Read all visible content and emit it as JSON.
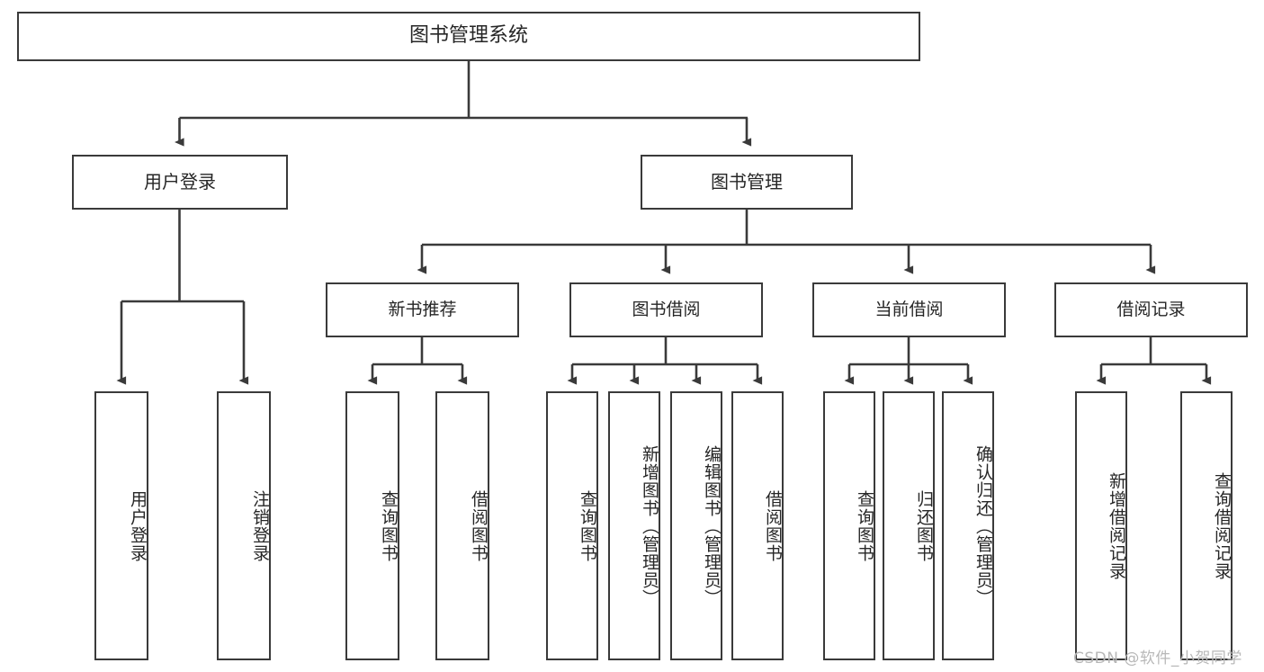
{
  "diagram": {
    "title": "图书管理系统",
    "watermark": "CSDN @软件_小贺同学",
    "line_color": "#3a3a3a",
    "text_color": "#262626",
    "background": "#ffffff",
    "watermark_color": "#b8b8b8"
  },
  "nodes": {
    "root": {
      "label": "图书管理系统"
    },
    "level2": [
      {
        "id": "user-login",
        "label": "用户登录"
      },
      {
        "id": "book-manage",
        "label": "图书管理"
      }
    ],
    "level3": [
      {
        "id": "new-book-recommend",
        "label": "新书推荐"
      },
      {
        "id": "book-borrow",
        "label": "图书借阅"
      },
      {
        "id": "current-borrow",
        "label": "当前借阅"
      },
      {
        "id": "borrow-record",
        "label": "借阅记录"
      }
    ],
    "leaves": {
      "user_login": [
        {
          "id": "leaf-user-login",
          "label": "用户登录"
        },
        {
          "id": "leaf-logout-login",
          "label": "注销登录"
        }
      ],
      "new_book_recommend": [
        {
          "id": "leaf-query-book-1",
          "label": "查询图书"
        },
        {
          "id": "leaf-borrow-book-1",
          "label": "借阅图书"
        }
      ],
      "book_borrow": [
        {
          "id": "leaf-query-book-2",
          "label": "查询图书"
        },
        {
          "id": "leaf-add-book",
          "label": "新增图书（管理员）"
        },
        {
          "id": "leaf-edit-book",
          "label": "编辑图书（管理员）"
        },
        {
          "id": "leaf-borrow-book-2",
          "label": "借阅图书"
        }
      ],
      "current_borrow": [
        {
          "id": "leaf-query-book-3",
          "label": "查询图书"
        },
        {
          "id": "leaf-return-book",
          "label": "归还图书"
        },
        {
          "id": "leaf-confirm-return",
          "label": "确认归还（管理员）"
        }
      ],
      "borrow_record": [
        {
          "id": "leaf-add-borrow-record",
          "label": "新增借阅记录"
        },
        {
          "id": "leaf-query-borrow-record",
          "label": "查询借阅记录"
        }
      ]
    }
  }
}
